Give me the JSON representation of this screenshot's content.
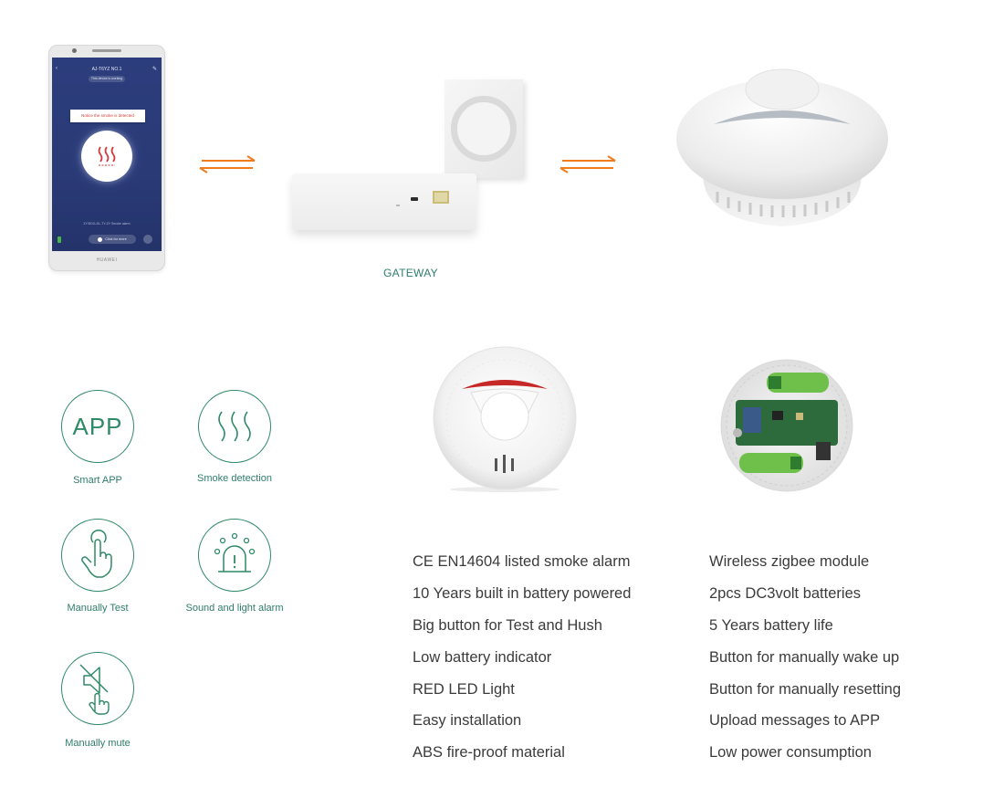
{
  "phone": {
    "title": "AJ-T6YZ NO.1",
    "status_pill": "This device is working",
    "notice": "Notice the smoke is detected",
    "sensor_label": "ZY/SDG-DL-TY-ZY Smoke alarm",
    "alarm_button": "Click for more",
    "brand": "HUAWEI"
  },
  "gateway": {
    "label": "GATEWAY"
  },
  "features": [
    {
      "icon": "app-icon",
      "icon_text": "APP",
      "label": "Smart APP"
    },
    {
      "icon": "smoke-waves-icon",
      "label": "Smoke detection"
    },
    {
      "icon": "hand-press-icon",
      "label": "Manually Test"
    },
    {
      "icon": "alarm-light-icon",
      "label": "Sound and light alarm"
    },
    {
      "icon": "mute-speaker-icon",
      "label": "Manually mute"
    }
  ],
  "specs_left": [
    "CE EN14604 listed smoke alarm",
    "10 Years built in battery powered",
    "Big button for Test and Hush",
    "Low battery indicator",
    "RED LED Light",
    "Easy installation",
    "ABS fire-proof material"
  ],
  "specs_right": [
    "Wireless zigbee module",
    "2pcs DC3volt batteries",
    "5 Years battery life",
    "Button for manually wake up",
    "Button for manually resetting",
    "Upload messages to APP",
    "Low power consumption"
  ],
  "colors": {
    "accent_green": "#2f8a67",
    "arrow_orange": "#f07c1e",
    "phone_screen": "#2c3d7d",
    "alert_red": "#d23b3b"
  }
}
